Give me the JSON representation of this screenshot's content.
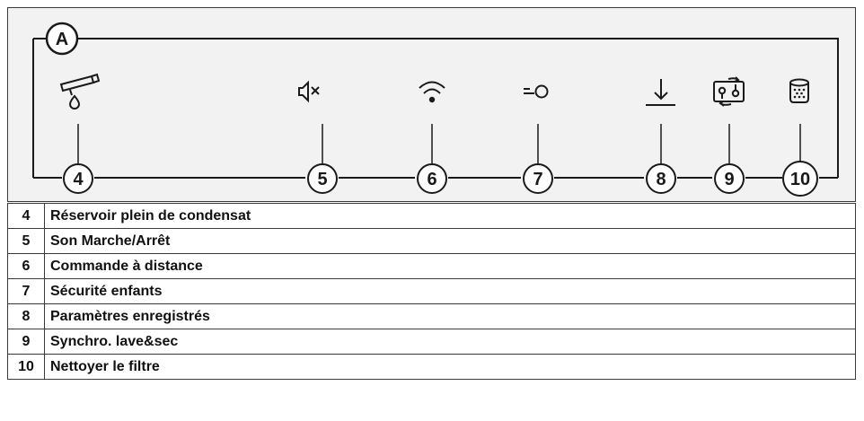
{
  "panel": {
    "label": "A",
    "icons": [
      {
        "number": "4",
        "icon": "condensate-tank-icon"
      },
      {
        "number": "5",
        "icon": "sound-off-icon"
      },
      {
        "number": "6",
        "icon": "wifi-icon"
      },
      {
        "number": "7",
        "icon": "key-lock-icon"
      },
      {
        "number": "8",
        "icon": "download-arrow-icon"
      },
      {
        "number": "9",
        "icon": "sync-icon"
      },
      {
        "number": "10",
        "icon": "filter-icon"
      }
    ]
  },
  "legend": [
    {
      "number": "4",
      "text": "Réservoir plein de condensat"
    },
    {
      "number": "5",
      "text": "Son Marche/Arrêt"
    },
    {
      "number": "6",
      "text": "Commande à distance"
    },
    {
      "number": "7",
      "text": "Sécurité enfants"
    },
    {
      "number": "8",
      "text": "Paramètres enregistrés"
    },
    {
      "number": "9",
      "text": "Synchro. lave&sec"
    },
    {
      "number": "10",
      "text": "Nettoyer le filtre"
    }
  ]
}
